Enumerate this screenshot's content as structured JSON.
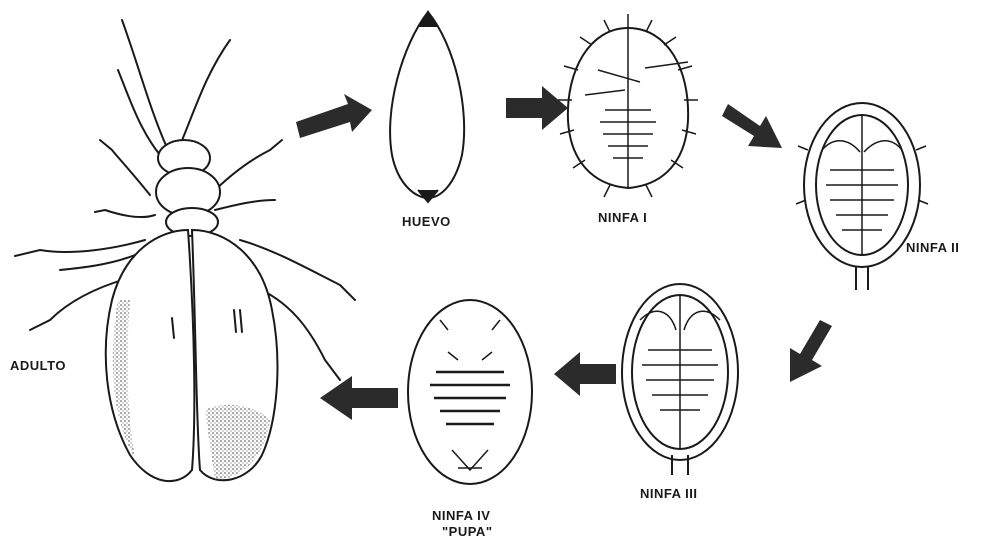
{
  "stages": [
    {
      "id": "adulto",
      "label": "ADULTO"
    },
    {
      "id": "huevo",
      "label": "HUEVO"
    },
    {
      "id": "ninfa1",
      "label": "NINFA I"
    },
    {
      "id": "ninfa2",
      "label": "NINFA II"
    },
    {
      "id": "ninfa3",
      "label": "NINFA III"
    },
    {
      "id": "ninfa4",
      "label": "NINFA IV",
      "sublabel": "\"PUPA\""
    }
  ],
  "colors": {
    "ink": "#1a1a1a",
    "arrow": "#2b2b2b",
    "shade": "#8c8c8c"
  }
}
